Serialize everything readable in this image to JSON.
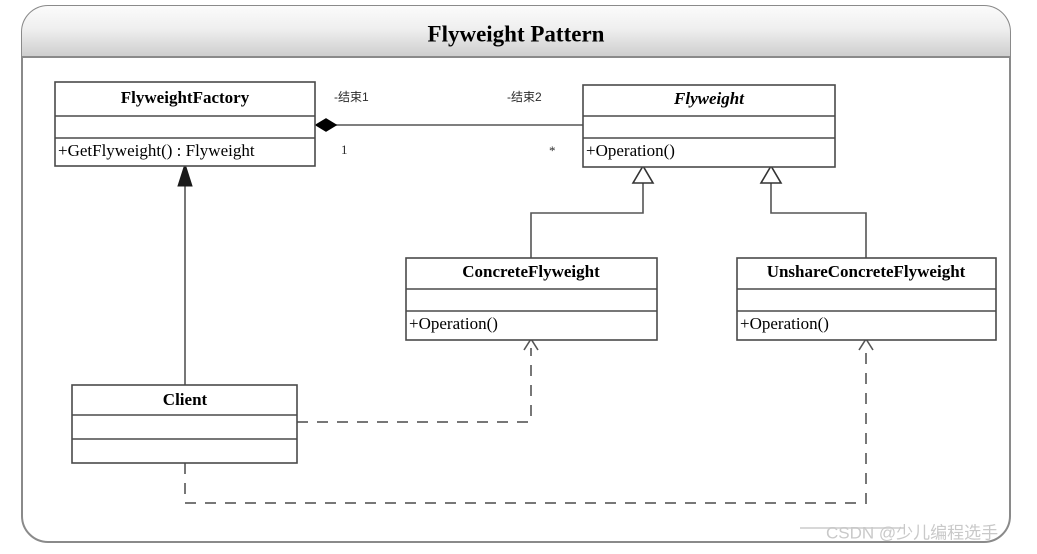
{
  "frame": {
    "title": "Flyweight Pattern",
    "border_color": "#8a8a8a",
    "titlebar_gradient_from": "#ffffff",
    "titlebar_gradient_to": "#d0d0d0"
  },
  "classes": [
    {
      "id": "flyweight-factory",
      "name": "FlyweightFactory",
      "abstract": false,
      "attributes": [],
      "operations": [
        "+GetFlyweight() : Flyweight"
      ]
    },
    {
      "id": "flyweight",
      "name": "Flyweight",
      "abstract": true,
      "attributes": [],
      "operations": [
        "+Operation()"
      ]
    },
    {
      "id": "concrete-flyweight",
      "name": "ConcreteFlyweight",
      "abstract": false,
      "attributes": [],
      "operations": [
        "+Operation()"
      ]
    },
    {
      "id": "unshare-concrete-flyweight",
      "name": "UnshareConcreteFlyweight",
      "abstract": false,
      "attributes": [],
      "operations": [
        "+Operation()"
      ]
    },
    {
      "id": "client",
      "name": "Client",
      "abstract": false,
      "attributes": [],
      "operations": []
    }
  ],
  "relationships": [
    {
      "id": "aggregation-factory-flyweight",
      "type": "aggregation",
      "from": "flyweight-factory",
      "to": "flyweight",
      "source_role": "-结束1",
      "target_role": "-结束2",
      "source_multiplicity": "1",
      "target_multiplicity": "*"
    },
    {
      "id": "generalization-concrete-flyweight",
      "type": "generalization",
      "from": "concrete-flyweight",
      "to": "flyweight"
    },
    {
      "id": "generalization-unshare-concrete-flyweight",
      "type": "generalization",
      "from": "unshare-concrete-flyweight",
      "to": "flyweight"
    },
    {
      "id": "association-client-factory",
      "type": "association",
      "from": "client",
      "to": "flyweight-factory"
    },
    {
      "id": "dependency-client-concrete-flyweight",
      "type": "dependency",
      "from": "client",
      "to": "concrete-flyweight"
    },
    {
      "id": "dependency-client-unshare",
      "type": "dependency",
      "from": "client",
      "to": "unshare-concrete-flyweight"
    }
  ],
  "labels": {
    "role_source": "-结束1",
    "role_target": "-结束2",
    "mult_source": "1",
    "mult_target": "*"
  },
  "watermark": {
    "text": "CSDN @少儿编程选手"
  }
}
